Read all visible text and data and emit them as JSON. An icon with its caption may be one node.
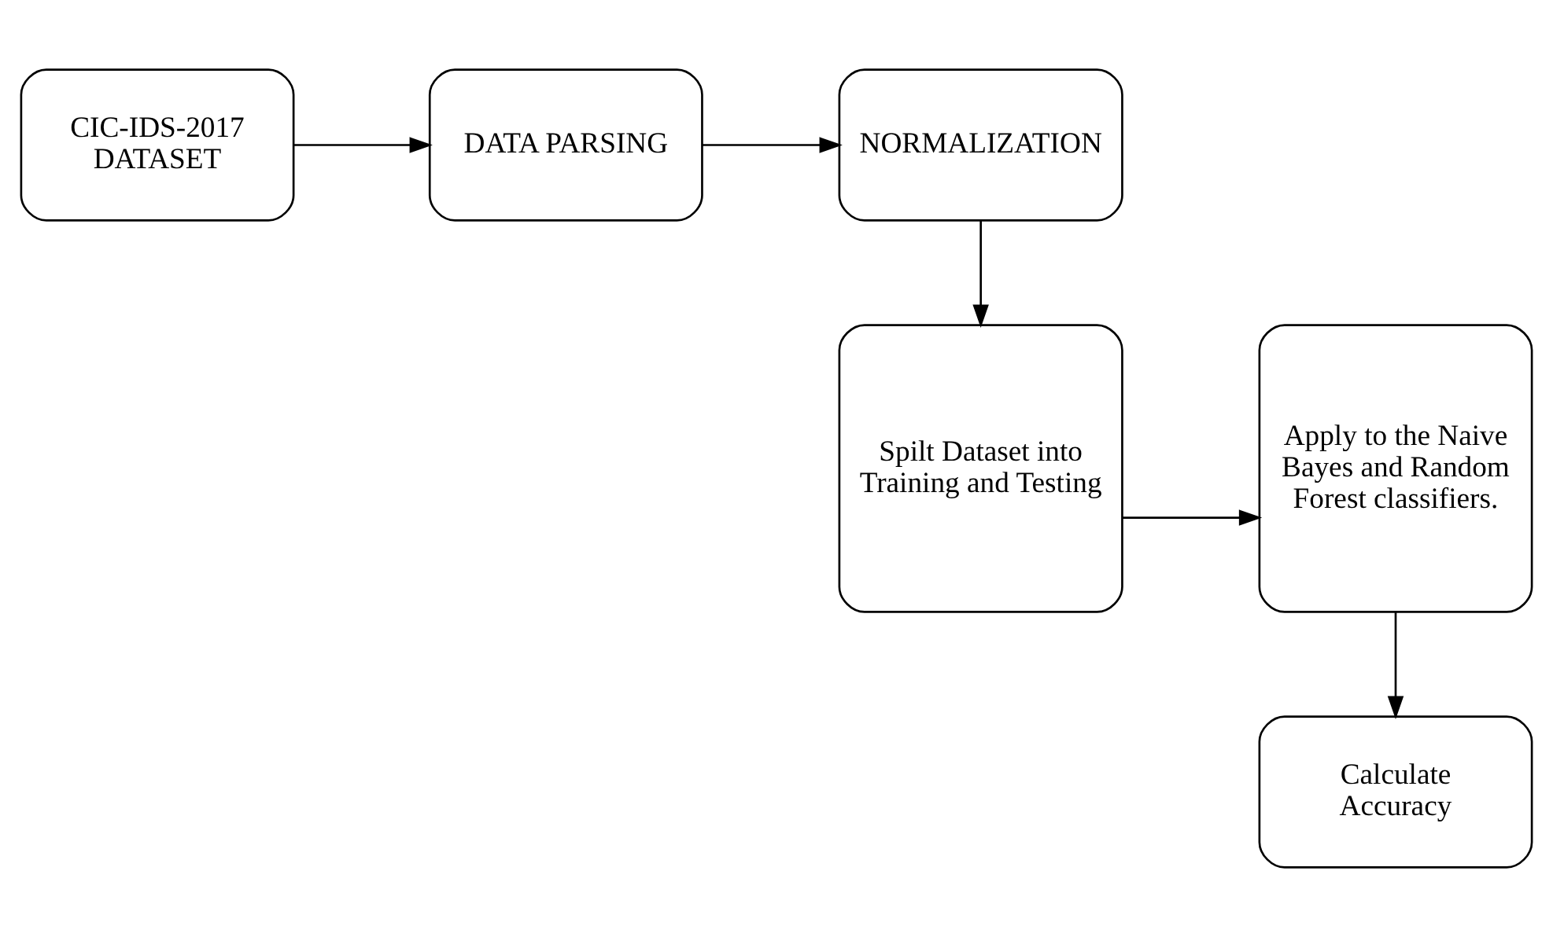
{
  "diagram": {
    "nodes": [
      {
        "text": [
          "CIC-IDS-2017 DATASET"
        ]
      },
      {
        "text": [
          "DATA PARSING"
        ]
      },
      {
        "text": [
          "NORMALIZATION"
        ]
      },
      {
        "text": [
          "Apply to the Naive Bayes and Random Forest classifiers."
        ]
      },
      {
        "text": [
          "Spilt Dataset into Training and Testing"
        ]
      },
      {
        "text": [
          "Calculate Accuracy"
        ]
      }
    ],
    "edges": [
      {
        "from": 0,
        "to": 1,
        "arrow": "to"
      },
      {
        "from": 1,
        "to": 2,
        "arrow": "to"
      },
      {
        "from": 2,
        "to": 4,
        "arrow": "to"
      },
      {
        "from": 4,
        "to": 3,
        "arrow": "to"
      },
      {
        "from": 3,
        "to": 5,
        "arrow": "to"
      }
    ]
  }
}
